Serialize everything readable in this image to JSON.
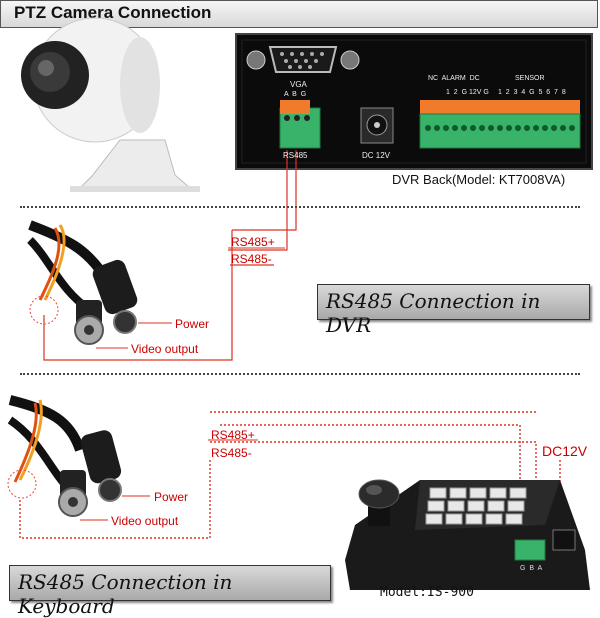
{
  "header": {
    "title": "PTZ Camera Connection"
  },
  "dvr": {
    "vga_label": "VGA",
    "vga_pins": "A  B  G",
    "rs485_port_label": "RS485",
    "dc_label": "DC 12V",
    "alarm_header": "NC  ALARM  DC",
    "alarm_pins": "1  2  G 12V G",
    "sensor_header": "SENSOR",
    "sensor_pins": "1  2  3  4  G  5  6  7  8",
    "model_caption": "DVR Back(Model: KT7008VA)"
  },
  "top_section": {
    "wire_a": "RS485+",
    "wire_b": "RS485-",
    "power": "Power",
    "video": "Video output",
    "caption": "RS485 Connection in DVR"
  },
  "bottom_section": {
    "wire_a": "RS485+",
    "wire_b": "RS485-",
    "power": "Power",
    "video": "Video output",
    "dc_label": "DC12V",
    "keyboard_pins": "G  B  A",
    "model": "Model:IS-900",
    "caption": "RS485 Connection in Keyboard"
  }
}
